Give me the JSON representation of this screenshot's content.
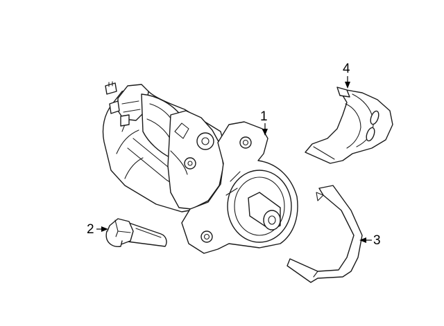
{
  "diagram": {
    "callouts": [
      {
        "id": "1",
        "label": "1",
        "part": "starter-motor"
      },
      {
        "id": "2",
        "label": "2",
        "part": "mounting-bolt"
      },
      {
        "id": "3",
        "label": "3",
        "part": "retaining-strap"
      },
      {
        "id": "4",
        "label": "4",
        "part": "heat-shield"
      }
    ]
  }
}
